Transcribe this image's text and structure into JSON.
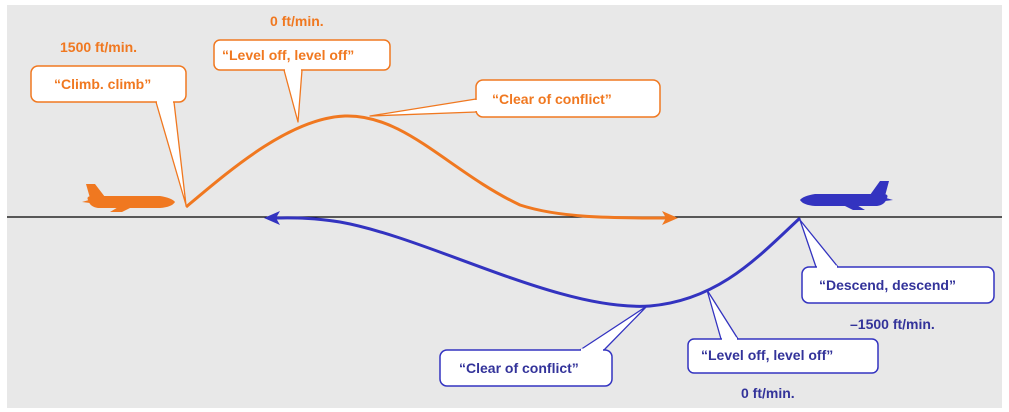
{
  "colors": {
    "orange": "#f07820",
    "blue": "#3333c0",
    "blue_text": "#33339a",
    "background": "#e8e8e8",
    "horizon_line": "#000000"
  },
  "icons": {
    "orange_aircraft": "airplane-icon",
    "blue_aircraft": "airplane-icon"
  },
  "orange_aircraft": {
    "rates": {
      "climb": "1500 ft/min.",
      "level": "0 ft/min."
    },
    "callouts": {
      "climb": "“Climb. climb”",
      "level_off": "“Level off, level off”",
      "clear": "“Clear of conflict”"
    }
  },
  "blue_aircraft": {
    "rates": {
      "descend": "–1500 ft/min.",
      "level": "0 ft/min."
    },
    "callouts": {
      "descend": "“Descend, descend”",
      "level_off": "“Level off, level off”",
      "clear": "“Clear of conflict”"
    }
  }
}
